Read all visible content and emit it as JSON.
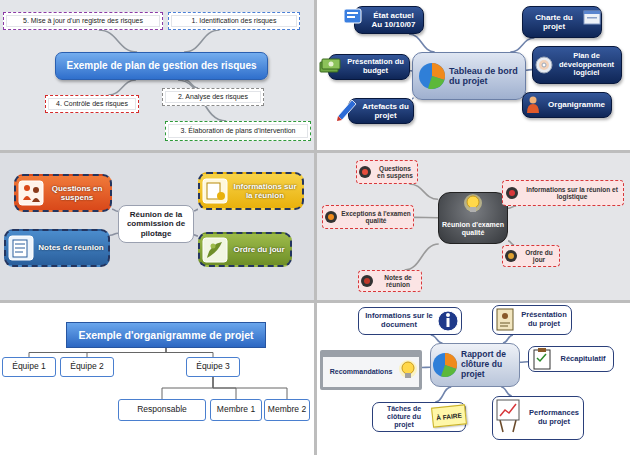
{
  "diagram": {
    "nodes": [
      {
        "text": [
          "Exemple de plan de gestion des risques"
        ]
      },
      {
        "text": [
          "1. Identification des risques"
        ]
      },
      {
        "text": [
          "2. Analyse des risques"
        ]
      },
      {
        "text": [
          "3. Élaboration de plans d'intervention"
        ]
      },
      {
        "text": [
          "4. Contrôle des risques"
        ]
      },
      {
        "text": [
          "5. Mise à jour d'un registre des risques"
        ]
      },
      {
        "text": [
          "Tableau de bord du projet"
        ]
      },
      {
        "text": [
          "Charte du projet"
        ]
      },
      {
        "text": [
          "Plan de développement logiciel"
        ]
      },
      {
        "text": [
          "Organigramme"
        ]
      },
      {
        "text": [
          "Artefacts du projet"
        ]
      },
      {
        "text": [
          "Présentation du budget"
        ]
      },
      {
        "text": [
          "État actuel Au 10/10/07"
        ]
      },
      {
        "text": [
          "Réunion de la commission de pilotage"
        ]
      },
      {
        "text": [
          "Informations sur la réunion"
        ]
      },
      {
        "text": [
          "Ordre du jour"
        ]
      },
      {
        "text": [
          "Notes de réunion"
        ]
      },
      {
        "text": [
          "Questions en suspens"
        ]
      },
      {
        "text": [
          "Réunion d'examen qualité"
        ]
      },
      {
        "text": [
          "Informations sur la réunion et logistique"
        ]
      },
      {
        "text": [
          "Ordre du jour"
        ]
      },
      {
        "text": [
          "Notes de réunion"
        ]
      },
      {
        "text": [
          "Exceptions à l'examen qualité"
        ]
      },
      {
        "text": [
          "Questions en suspens"
        ]
      },
      {
        "text": [
          "Exemple d'organigramme de projet"
        ]
      },
      {
        "text": [
          "Équipe 1"
        ]
      },
      {
        "text": [
          "Équipe 2"
        ]
      },
      {
        "text": [
          "Équipe 3"
        ]
      },
      {
        "text": [
          "Responsable"
        ]
      },
      {
        "text": [
          "Membre 1"
        ]
      },
      {
        "text": [
          "Membre 2"
        ]
      },
      {
        "text": [
          "Rapport de clôture du projet"
        ]
      },
      {
        "text": [
          "Présentation du projet"
        ]
      },
      {
        "text": [
          "Récapitulatif"
        ]
      },
      {
        "text": [
          "Performances du projet"
        ]
      },
      {
        "text": [
          "Tâches de clôture du projet"
        ]
      },
      {
        "text": [
          "Recommandations"
        ]
      },
      {
        "text": [
          "Informations sur le document"
        ]
      }
    ],
    "edges": [
      {
        "from": 0,
        "to": 1,
        "arrow": "none"
      },
      {
        "from": 0,
        "to": 2,
        "arrow": "none"
      },
      {
        "from": 0,
        "to": 3,
        "arrow": "none"
      },
      {
        "from": 0,
        "to": 4,
        "arrow": "none"
      },
      {
        "from": 0,
        "to": 5,
        "arrow": "none"
      },
      {
        "from": 6,
        "to": 7,
        "arrow": "none"
      },
      {
        "from": 6,
        "to": 8,
        "arrow": "none"
      },
      {
        "from": 6,
        "to": 9,
        "arrow": "none"
      },
      {
        "from": 6,
        "to": 10,
        "arrow": "none"
      },
      {
        "from": 6,
        "to": 11,
        "arrow": "none"
      },
      {
        "from": 6,
        "to": 12,
        "arrow": "none"
      },
      {
        "from": 13,
        "to": 14,
        "arrow": "none"
      },
      {
        "from": 13,
        "to": 15,
        "arrow": "none"
      },
      {
        "from": 13,
        "to": 16,
        "arrow": "none"
      },
      {
        "from": 13,
        "to": 17,
        "arrow": "none"
      },
      {
        "from": 18,
        "to": 19,
        "arrow": "none"
      },
      {
        "from": 18,
        "to": 20,
        "arrow": "none"
      },
      {
        "from": 18,
        "to": 21,
        "arrow": "none"
      },
      {
        "from": 18,
        "to": 22,
        "arrow": "none"
      },
      {
        "from": 18,
        "to": 23,
        "arrow": "none"
      },
      {
        "from": 24,
        "to": 25,
        "arrow": "none"
      },
      {
        "from": 24,
        "to": 26,
        "arrow": "none"
      },
      {
        "from": 24,
        "to": 27,
        "arrow": "none"
      },
      {
        "from": 27,
        "to": 28,
        "arrow": "none"
      },
      {
        "from": 27,
        "to": 29,
        "arrow": "none"
      },
      {
        "from": 27,
        "to": 30,
        "arrow": "none"
      },
      {
        "from": 31,
        "to": 32,
        "arrow": "none"
      },
      {
        "from": 31,
        "to": 33,
        "arrow": "none"
      },
      {
        "from": 31,
        "to": 34,
        "arrow": "none"
      },
      {
        "from": 31,
        "to": 35,
        "arrow": "none"
      },
      {
        "from": 31,
        "to": 36,
        "arrow": "none"
      },
      {
        "from": 31,
        "to": 37,
        "arrow": "none"
      }
    ],
    "labels": [
      "À FAIRE"
    ]
  }
}
